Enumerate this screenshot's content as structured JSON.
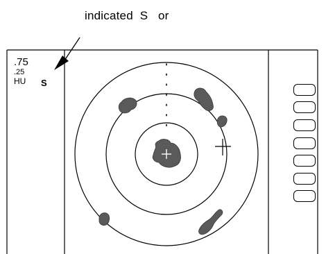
{
  "caption": {
    "text": "indicated  S   or"
  },
  "display": {
    "range_main": ".75",
    "range_sub": ".25",
    "mode": "HU",
    "selected_mark": "S"
  },
  "side_keys": {
    "count": 7
  },
  "echoes": [
    "echo-blob"
  ]
}
